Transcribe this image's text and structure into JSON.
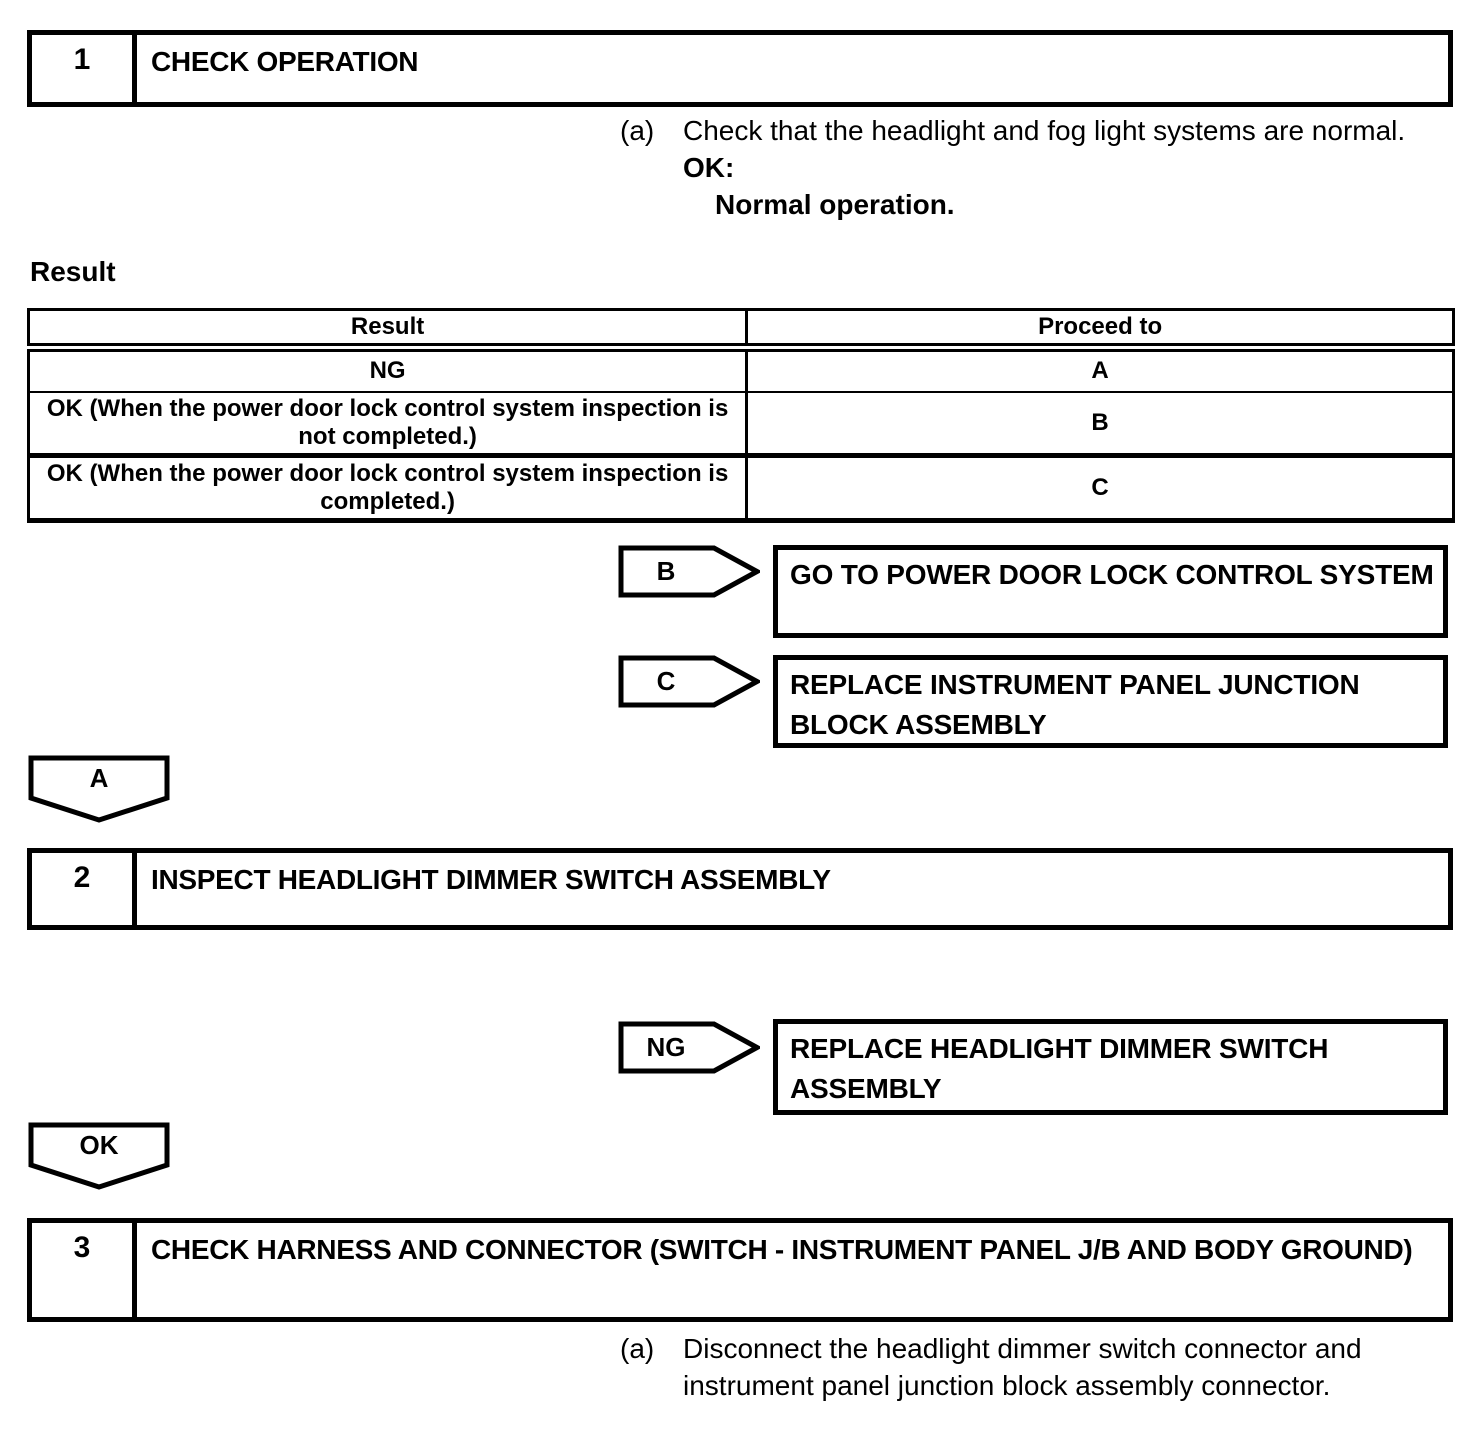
{
  "steps": [
    {
      "number": "1",
      "title": "CHECK OPERATION"
    },
    {
      "number": "2",
      "title": "INSPECT HEADLIGHT DIMMER SWITCH ASSEMBLY"
    },
    {
      "number": "3",
      "title": "CHECK HARNESS AND CONNECTOR (SWITCH - INSTRUMENT PANEL J/B AND BODY GROUND)"
    }
  ],
  "step1_instruction": {
    "marker": "(a)",
    "text": "Check that the headlight and fog light systems are normal.",
    "ok_label": "OK:",
    "ok_text": "Normal operation."
  },
  "result_section": {
    "heading": "Result",
    "table": {
      "headers": [
        "Result",
        "Proceed to"
      ],
      "rows": [
        {
          "result": "NG",
          "proceed_to": "A"
        },
        {
          "result": "OK (When the power door lock control system inspection is not completed.)",
          "proceed_to": "B"
        },
        {
          "result": "OK (When the power door lock control system inspection is completed.)",
          "proceed_to": "C"
        }
      ]
    }
  },
  "connectors": [
    {
      "label": "B",
      "action": "GO TO POWER DOOR LOCK CONTROL SYSTEM"
    },
    {
      "label": "C",
      "action": "REPLACE INSTRUMENT PANEL JUNCTION BLOCK ASSEMBLY"
    },
    {
      "label": "NG",
      "action": "REPLACE HEADLIGHT DIMMER SWITCH ASSEMBLY"
    }
  ],
  "flow_markers": [
    {
      "label": "A"
    },
    {
      "label": "OK"
    }
  ],
  "step3_instruction": {
    "marker": "(a)",
    "text": "Disconnect the headlight dimmer switch connector and instrument panel junction block assembly connector."
  },
  "colors": {
    "ink": "#000000",
    "paper": "#ffffff"
  }
}
